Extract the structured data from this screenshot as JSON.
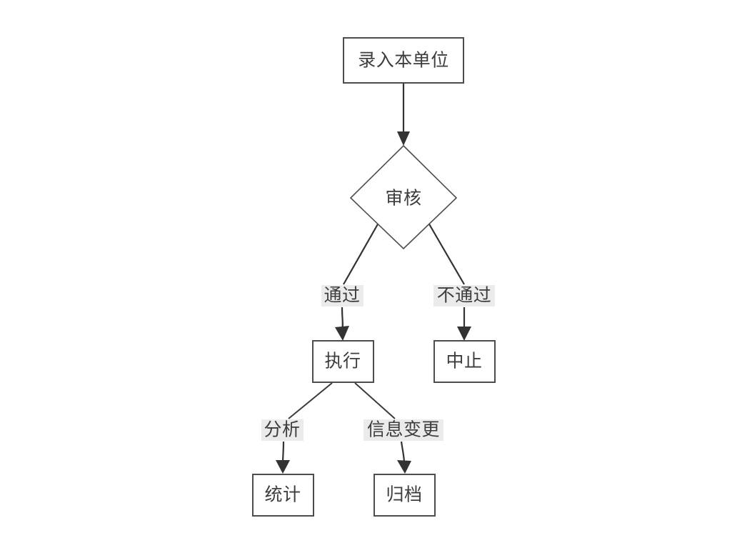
{
  "diagram": {
    "type": "flowchart",
    "title": "",
    "orientation": "top-down",
    "background_color": "#ffffff",
    "node_fill_color": "#ffffff",
    "node_stroke_color": "#4d4d4d",
    "edge_color": "#333333",
    "text_color": "#3d3d3d",
    "label_highlight_color": "#ebebeb",
    "nodes": [
      {
        "id": "entry",
        "label": "录入本单位",
        "shape": "rectangle"
      },
      {
        "id": "review",
        "label": "审核",
        "shape": "diamond"
      },
      {
        "id": "execute",
        "label": "执行",
        "shape": "rectangle"
      },
      {
        "id": "terminate",
        "label": "中止",
        "shape": "rectangle"
      },
      {
        "id": "statistics",
        "label": "统计",
        "shape": "rectangle"
      },
      {
        "id": "archive",
        "label": "归档",
        "shape": "rectangle"
      }
    ],
    "edges": [
      {
        "from": "entry",
        "to": "review",
        "label": ""
      },
      {
        "from": "review",
        "to": "execute",
        "label": "通过"
      },
      {
        "from": "review",
        "to": "terminate",
        "label": "不通过"
      },
      {
        "from": "execute",
        "to": "statistics",
        "label": "分析"
      },
      {
        "from": "execute",
        "to": "archive",
        "label": "信息变更"
      }
    ]
  }
}
